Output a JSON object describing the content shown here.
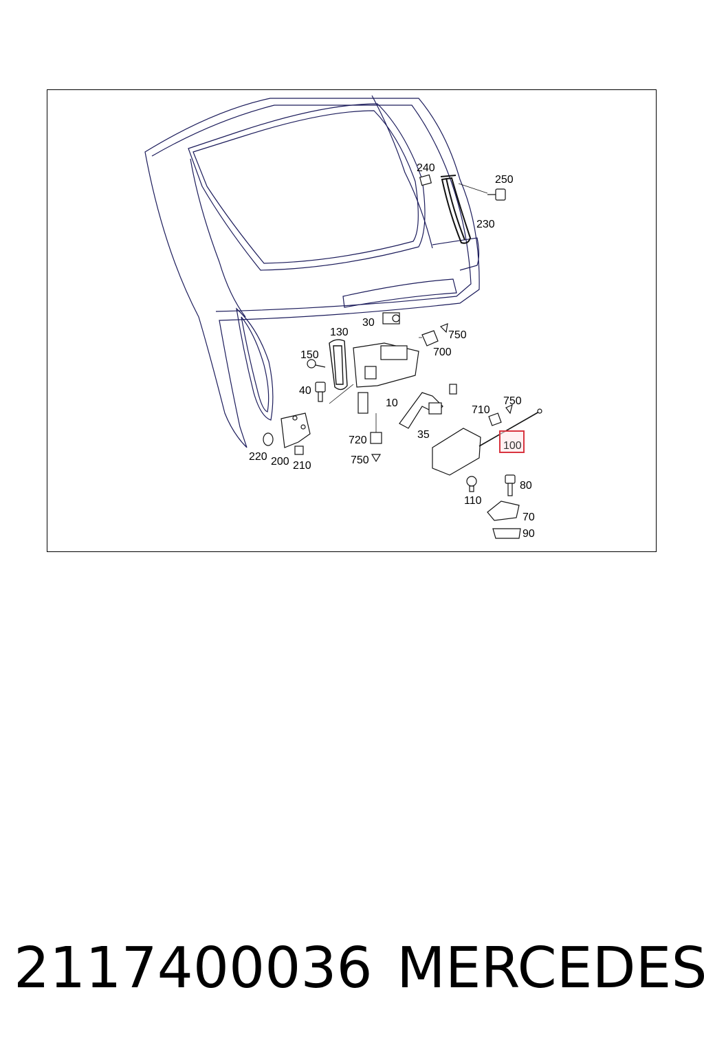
{
  "diagram": {
    "callouts": [
      "240",
      "250",
      "230",
      "130",
      "30",
      "750",
      "700",
      "150",
      "40",
      "10",
      "710",
      "750",
      "35",
      "720",
      "750",
      "220",
      "200",
      "210",
      "110",
      "80",
      "70",
      "90"
    ],
    "highlighted": {
      "label": "100",
      "color": "#d8343f"
    }
  },
  "footer": {
    "part_number": "2117400036",
    "brand": "MERCEDES"
  }
}
